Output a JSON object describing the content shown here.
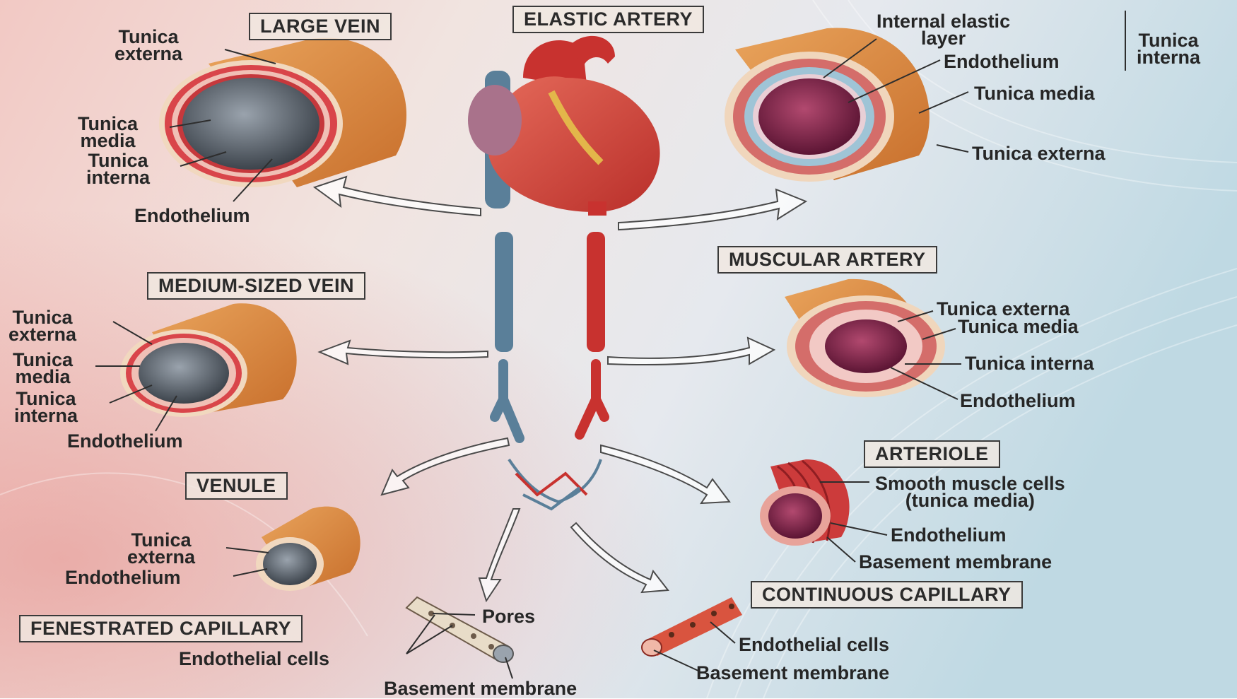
{
  "titles": {
    "large_vein": "LARGE VEIN",
    "elastic_artery": "ELASTIC ARTERY",
    "medium_vein": "MEDIUM-SIZED VEIN",
    "muscular_artery": "MUSCULAR ARTERY",
    "venule": "VENULE",
    "arteriole": "ARTERIOLE",
    "fenestrated_capillary": "FENESTRATED CAPILLARY",
    "continuous_capillary": "CONTINUOUS CAPILLARY"
  },
  "large_vein": {
    "tunica_externa": "Tunica\nexterna",
    "tunica_media": "Tunica\nmedia",
    "tunica_interna": "Tunica\ninterna",
    "endothelium": "Endothelium"
  },
  "elastic_artery": {
    "internal_elastic_layer": "Internal elastic\nlayer",
    "endothelium": "Endothelium",
    "tunica_interna": "Tunica\ninterna",
    "tunica_media": "Tunica media",
    "tunica_externa": "Tunica externa"
  },
  "medium_vein": {
    "tunica_externa": "Tunica\nexterna",
    "tunica_media": "Tunica\nmedia",
    "tunica_interna": "Tunica\ninterna",
    "endothelium": "Endothelium"
  },
  "muscular_artery": {
    "tunica_externa": "Tunica externa",
    "tunica_media": "Tunica media",
    "tunica_interna": "Tunica interna",
    "endothelium": "Endothelium"
  },
  "venule": {
    "tunica_externa": "Tunica\nexterna",
    "endothelium": "Endothelium"
  },
  "arteriole": {
    "smooth_muscle": "Smooth muscle cells\n(tunica media)",
    "endothelium": "Endothelium",
    "basement_membrane": "Basement membrane"
  },
  "fenestrated_capillary": {
    "pores": "Pores",
    "endothelial_cells": "Endothelial cells",
    "basement_membrane": "Basement membrane"
  },
  "continuous_capillary": {
    "endothelial_cells": "Endothelial cells",
    "basement_membrane": "Basement membrane"
  },
  "colors": {
    "vein_outer": "#d9873f",
    "artery_red": "#cc3b3b",
    "vein_blue": "#5a7f99",
    "lumen_grey": "#5e6670",
    "lumen_purple": "#8a2a55"
  }
}
